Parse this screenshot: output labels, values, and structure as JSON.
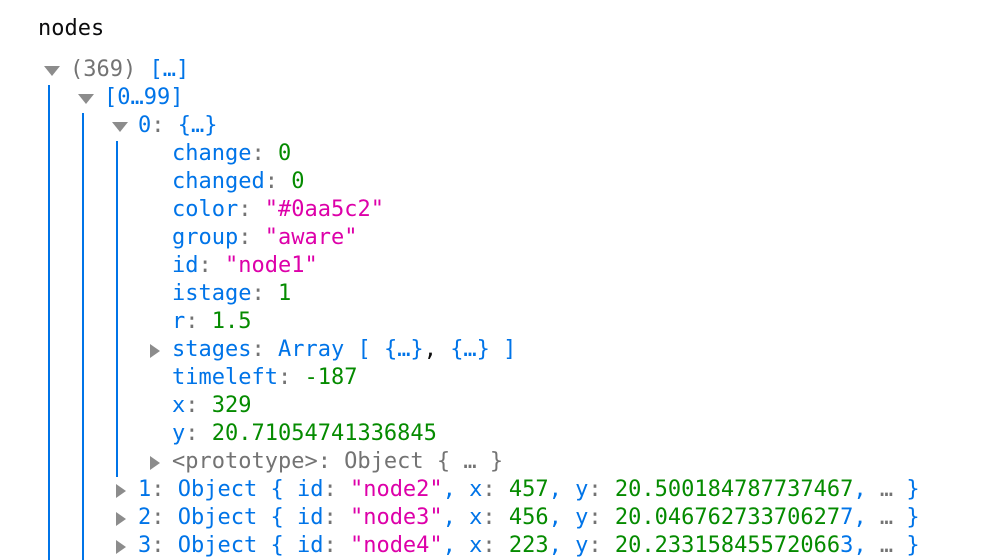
{
  "label": "nodes",
  "rows": [
    {
      "level": 0,
      "toggle": "open",
      "tokens": [
        [
          "g",
          "(369)"
        ],
        [
          "p",
          " "
        ],
        [
          "k",
          "[…]"
        ]
      ]
    },
    {
      "level": 1,
      "toggle": "open",
      "tokens": [
        [
          "k",
          "[0…99]"
        ]
      ]
    },
    {
      "level": 2,
      "toggle": "open",
      "tokens": [
        [
          "k",
          "0"
        ],
        [
          "p",
          ": "
        ],
        [
          "k",
          "{…}"
        ]
      ]
    },
    {
      "level": 3,
      "toggle": "none",
      "tokens": [
        [
          "k",
          "change"
        ],
        [
          "p",
          ": "
        ],
        [
          "n",
          "0"
        ]
      ]
    },
    {
      "level": 3,
      "toggle": "none",
      "tokens": [
        [
          "k",
          "changed"
        ],
        [
          "p",
          ": "
        ],
        [
          "n",
          "0"
        ]
      ]
    },
    {
      "level": 3,
      "toggle": "none",
      "tokens": [
        [
          "k",
          "color"
        ],
        [
          "p",
          ": "
        ],
        [
          "s",
          "\"#0aa5c2\""
        ]
      ]
    },
    {
      "level": 3,
      "toggle": "none",
      "tokens": [
        [
          "k",
          "group"
        ],
        [
          "p",
          ": "
        ],
        [
          "s",
          "\"aware\""
        ]
      ]
    },
    {
      "level": 3,
      "toggle": "none",
      "tokens": [
        [
          "k",
          "id"
        ],
        [
          "p",
          ": "
        ],
        [
          "s",
          "\"node1\""
        ]
      ]
    },
    {
      "level": 3,
      "toggle": "none",
      "tokens": [
        [
          "k",
          "istage"
        ],
        [
          "p",
          ": "
        ],
        [
          "n",
          "1"
        ]
      ]
    },
    {
      "level": 3,
      "toggle": "none",
      "tokens": [
        [
          "k",
          "r"
        ],
        [
          "p",
          ": "
        ],
        [
          "n",
          "1.5"
        ]
      ]
    },
    {
      "level": 3,
      "toggle": "closed",
      "tokens": [
        [
          "k",
          "stages"
        ],
        [
          "p",
          ": "
        ],
        [
          "k",
          "Array [ {…}"
        ],
        [
          "b",
          ", "
        ],
        [
          "k",
          "{…} ]"
        ]
      ]
    },
    {
      "level": 3,
      "toggle": "none",
      "tokens": [
        [
          "k",
          "timeleft"
        ],
        [
          "p",
          ": "
        ],
        [
          "n",
          "-187"
        ]
      ]
    },
    {
      "level": 3,
      "toggle": "none",
      "tokens": [
        [
          "k",
          "x"
        ],
        [
          "p",
          ": "
        ],
        [
          "n",
          "329"
        ]
      ]
    },
    {
      "level": 3,
      "toggle": "none",
      "tokens": [
        [
          "k",
          "y"
        ],
        [
          "p",
          ": "
        ],
        [
          "n",
          "20.71054741336845"
        ]
      ]
    },
    {
      "level": 3,
      "toggle": "closed",
      "tokens": [
        [
          "g",
          "<prototype>: Object { … }"
        ]
      ]
    },
    {
      "level": 2,
      "toggle": "closed",
      "tokens": [
        [
          "k",
          "1"
        ],
        [
          "p",
          ": "
        ],
        [
          "k",
          "Object { id"
        ],
        [
          "p",
          ": "
        ],
        [
          "s",
          "\"node2\""
        ],
        [
          "k",
          ", x"
        ],
        [
          "p",
          ": "
        ],
        [
          "n",
          "457"
        ],
        [
          "k",
          ", y"
        ],
        [
          "p",
          ": "
        ],
        [
          "n",
          "20.500184787737467"
        ],
        [
          "k",
          ", "
        ],
        [
          "g",
          "… "
        ],
        [
          "k",
          "}"
        ]
      ]
    },
    {
      "level": 2,
      "toggle": "closed",
      "tokens": [
        [
          "k",
          "2"
        ],
        [
          "p",
          ": "
        ],
        [
          "k",
          "Object { id"
        ],
        [
          "p",
          ": "
        ],
        [
          "s",
          "\"node3\""
        ],
        [
          "k",
          ", x"
        ],
        [
          "p",
          ": "
        ],
        [
          "n",
          "456"
        ],
        [
          "k",
          ", y"
        ],
        [
          "p",
          ": "
        ],
        [
          "n",
          "20.04676273370627"
        ],
        [
          "k",
          "7, "
        ],
        [
          "g",
          "… "
        ],
        [
          "k",
          "}"
        ]
      ]
    },
    {
      "level": 2,
      "toggle": "closed",
      "tokens": [
        [
          "k",
          "3"
        ],
        [
          "p",
          ": "
        ],
        [
          "k",
          "Object { id"
        ],
        [
          "p",
          ": "
        ],
        [
          "s",
          "\"node4\""
        ],
        [
          "k",
          ", x"
        ],
        [
          "p",
          ": "
        ],
        [
          "n",
          "223"
        ],
        [
          "k",
          ", y"
        ],
        [
          "p",
          ": "
        ],
        [
          "n",
          "20.23315845572066"
        ],
        [
          "k",
          "3, "
        ],
        [
          "g",
          "… "
        ],
        [
          "k",
          "}"
        ]
      ]
    }
  ]
}
